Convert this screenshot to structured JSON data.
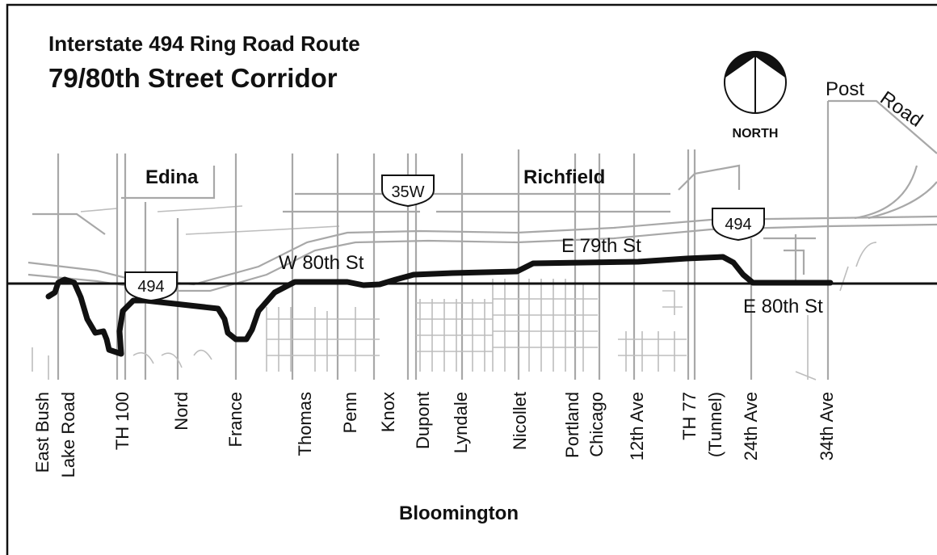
{
  "title": {
    "line1": "Interstate 494 Ring Road Route",
    "line2": "79/80th Street Corridor"
  },
  "compass": {
    "label": "NORTH",
    "icon": "north-arrow-icon"
  },
  "areas": {
    "edina": "Edina",
    "richfield": "Richfield",
    "bloomington": "Bloomington"
  },
  "streets": {
    "post": "Post",
    "road": "Road",
    "w80": "W 80th St",
    "e79": "E 79th St",
    "e80": "E 80th St"
  },
  "shields": {
    "i35w": "35W",
    "i494_east": "494",
    "i494_west": "494"
  },
  "cross_streets": {
    "east_bush_1": "East Bush",
    "east_bush_2": "Lake Road",
    "th100": "TH 100",
    "nord": "Nord",
    "france": "France",
    "thomas": "Thomas",
    "penn": "Penn",
    "knox": "Knox",
    "dupont": "Dupont",
    "lyndale": "Lyndale",
    "nicollet": "Nicollet",
    "portland": "Portland",
    "chicago": "Chicago",
    "ave12": "12th Ave",
    "th77_1": "TH 77",
    "th77_2": "(Tunnel)",
    "ave24": "24th Ave",
    "ave34": "34th Ave"
  },
  "colors": {
    "route": "#111111",
    "roads": "#a8a8a8",
    "background": "#ffffff"
  }
}
